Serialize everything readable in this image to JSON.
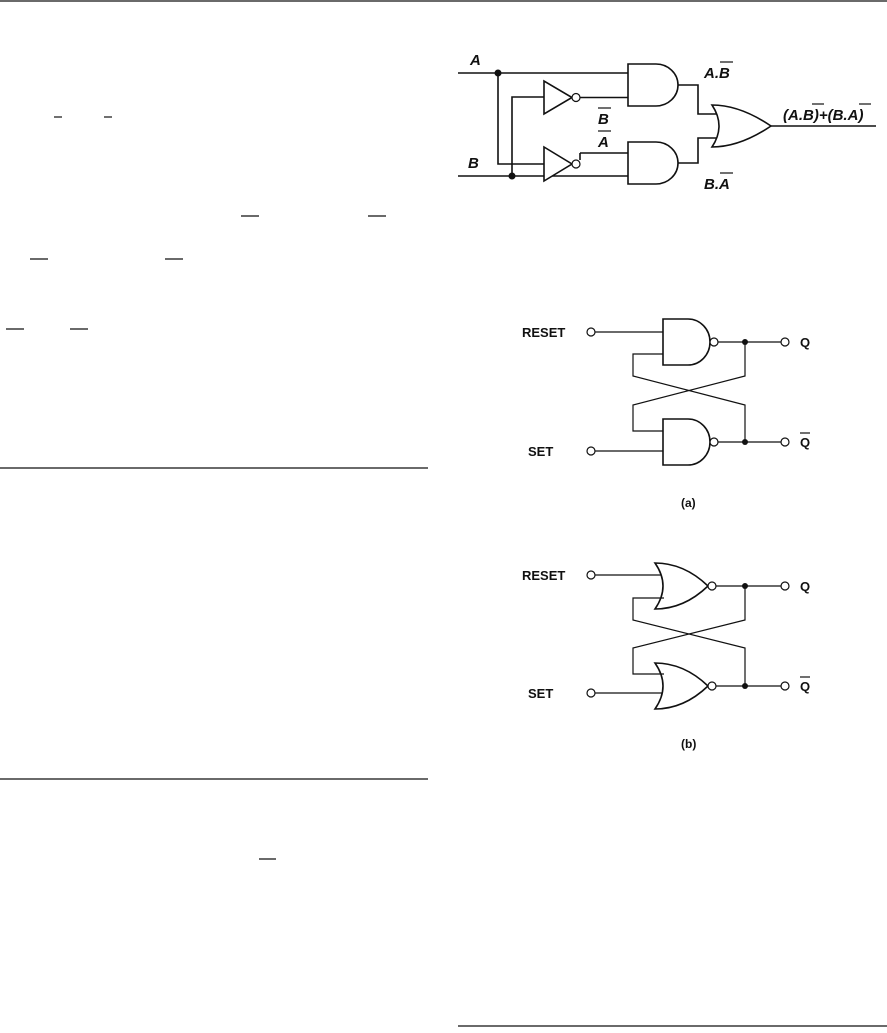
{
  "circuit_xor": {
    "input_a": "A",
    "input_b": "B",
    "not_a": "A",
    "not_b": "B",
    "and_top_out_base": "A.",
    "and_top_out_bar": "B",
    "and_bottom_out_base": "B.",
    "and_bottom_out_bar": "A",
    "output_open": "(A.",
    "output_bar1": "B",
    "output_mid": ")+(B.",
    "output_bar2": "A",
    "output_close": ")"
  },
  "latch_a": {
    "reset_label": "RESET",
    "set_label": "SET",
    "q_label": "Q",
    "qbar_label": "Q",
    "caption": "(a)"
  },
  "latch_b": {
    "reset_label": "RESET",
    "set_label": "SET",
    "q_label": "Q",
    "qbar_label": "Q",
    "caption": "(b)"
  }
}
